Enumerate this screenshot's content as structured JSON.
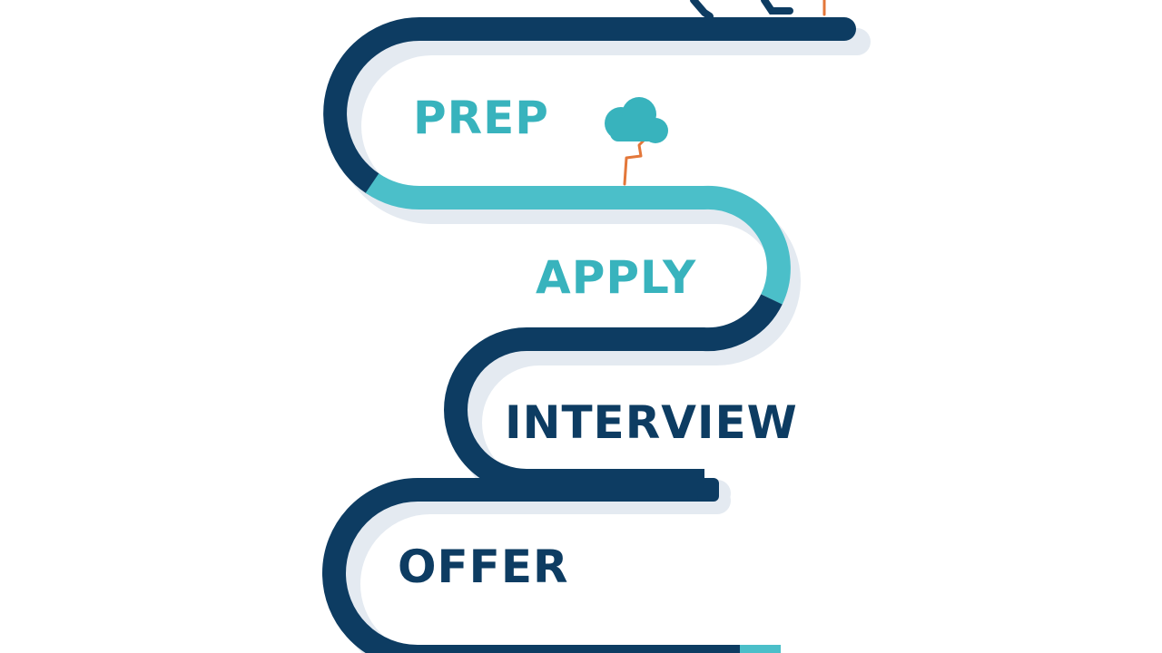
{
  "colors": {
    "navy": "#0d3c62",
    "teal": "#4bbfc9",
    "shadow": "#e4eaf1",
    "accent": "#e3773a",
    "background": "#ffffff"
  },
  "icons": {
    "tree": "tree-icon",
    "walker": "person-walking-icon"
  },
  "steps": [
    {
      "label": "PREP",
      "color": "#38b3bd"
    },
    {
      "label": "APPLY",
      "color": "#38b3bd"
    },
    {
      "label": "INTERVIEW",
      "color": "#0d3c62"
    },
    {
      "label": "OFFER",
      "color": "#0d3c62"
    }
  ]
}
